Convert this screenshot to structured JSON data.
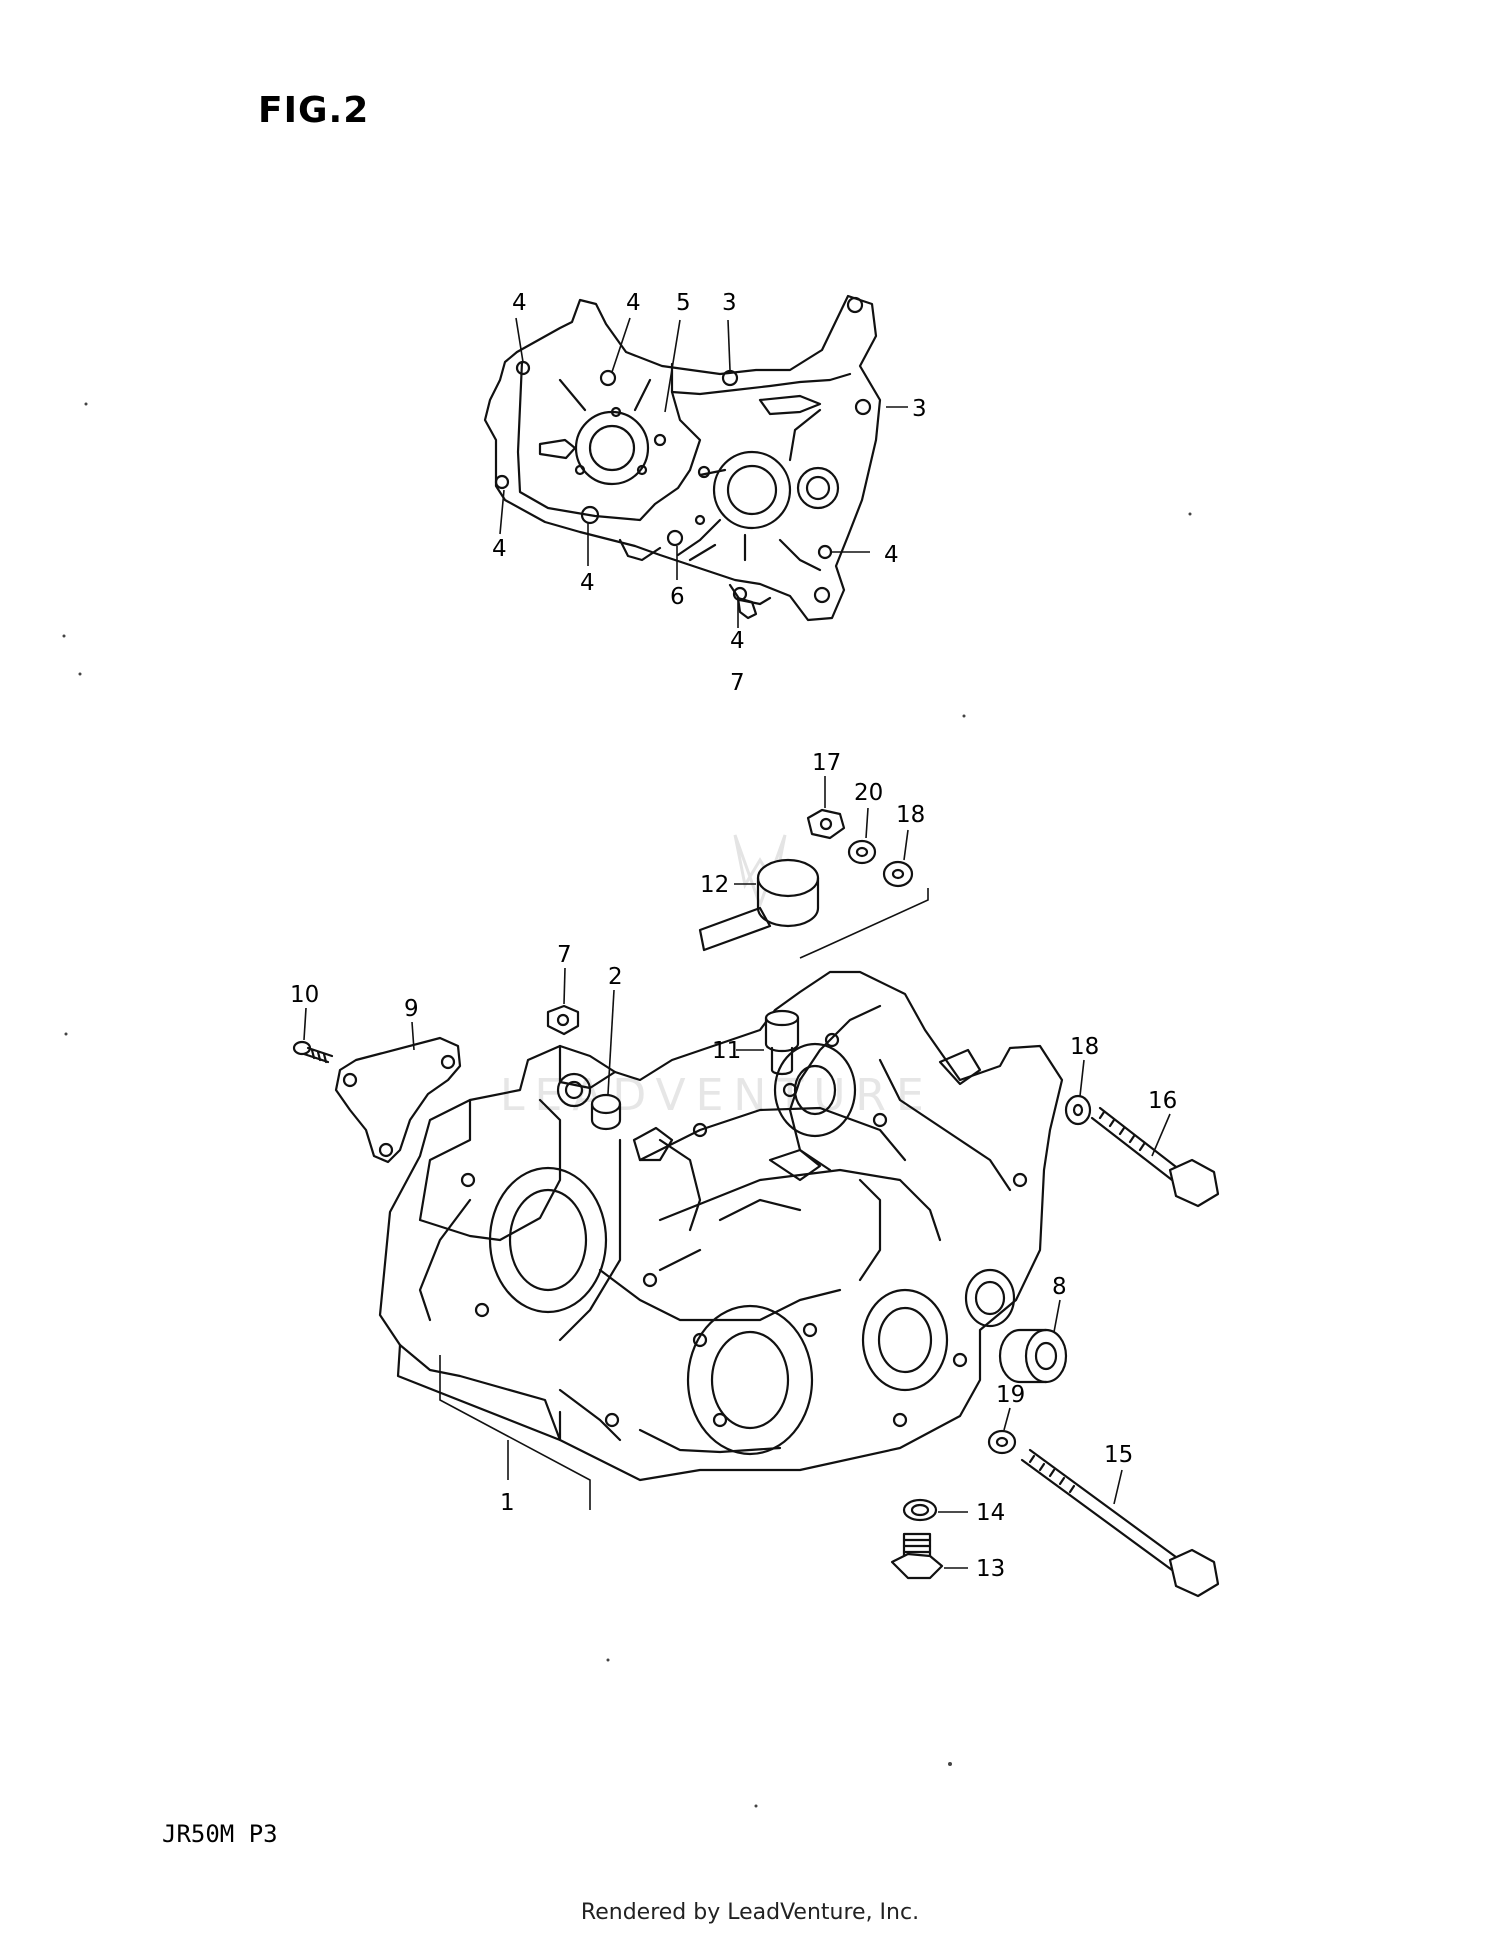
{
  "figure": {
    "title": "FIG.2",
    "model_code": "JR50M  P3",
    "footer": "Rendered by LeadVenture, Inc.",
    "watermark_text": "LEADVENTURE"
  },
  "callouts": {
    "top_gasket": [
      "4",
      "4",
      "5",
      "3",
      "3",
      "4",
      "4",
      "6",
      "4",
      "4",
      "7"
    ],
    "crankcase": [
      "17",
      "20",
      "18",
      "12",
      "11",
      "7",
      "2",
      "10",
      "9",
      "18",
      "16",
      "8",
      "19",
      "15",
      "1",
      "14",
      "13"
    ]
  },
  "parts_shown": [
    {
      "ref": "1",
      "depicts": "crankcase-set"
    },
    {
      "ref": "2",
      "depicts": "dowel-pin"
    },
    {
      "ref": "3",
      "depicts": "gasket-hole"
    },
    {
      "ref": "4",
      "depicts": "gasket-hole"
    },
    {
      "ref": "5",
      "depicts": "gasket-hole"
    },
    {
      "ref": "6",
      "depicts": "gasket-hole"
    },
    {
      "ref": "7",
      "depicts": "nut"
    },
    {
      "ref": "8",
      "depicts": "bushing"
    },
    {
      "ref": "9",
      "depicts": "cover-plate"
    },
    {
      "ref": "10",
      "depicts": "screw"
    },
    {
      "ref": "11",
      "depicts": "stud"
    },
    {
      "ref": "12",
      "depicts": "cap"
    },
    {
      "ref": "13",
      "depicts": "drain-plug"
    },
    {
      "ref": "14",
      "depicts": "gasket-washer"
    },
    {
      "ref": "15",
      "depicts": "long-bolt"
    },
    {
      "ref": "16",
      "depicts": "bolt"
    },
    {
      "ref": "17",
      "depicts": "nut"
    },
    {
      "ref": "18",
      "depicts": "washer"
    },
    {
      "ref": "19",
      "depicts": "washer"
    },
    {
      "ref": "20",
      "depicts": "lock-washer"
    }
  ]
}
